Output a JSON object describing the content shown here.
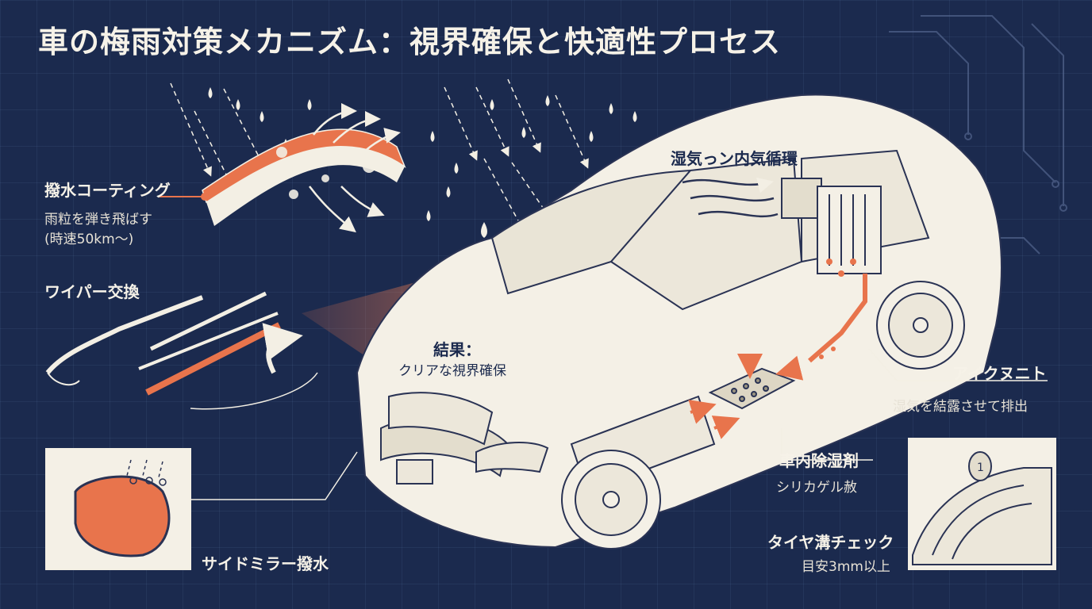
{
  "title": "車の梅雨対策メカニズム：視界確保と快適性プロセス",
  "colors": {
    "background": "#1b2a4e",
    "accent": "#e8744c",
    "line": "#f3efe4"
  },
  "labels": {
    "coating": {
      "name": "撥水コーティング",
      "desc1": "雨粒を弾き飛ばす",
      "desc2": "(時速50km～)"
    },
    "wiper": {
      "name": "ワイパー交換"
    },
    "result": {
      "name": "結果：",
      "desc": "クリアな視界確保"
    },
    "aircon": {
      "name": "湿気っン内気循環"
    },
    "aircon_unit": {
      "name": "アイクヌニト",
      "desc": "湿気を結露させて排出"
    },
    "dehumidifier": {
      "name": "車内除湿剤",
      "desc": "シリカゲル赦"
    },
    "mirror": {
      "name": "サイドミラー撥水"
    },
    "tire": {
      "name": "タイヤ溝チェック",
      "desc": "目安3mm以上"
    }
  },
  "icons": [
    "rain-drop-icon",
    "arrow-icon",
    "coin-icon"
  ]
}
